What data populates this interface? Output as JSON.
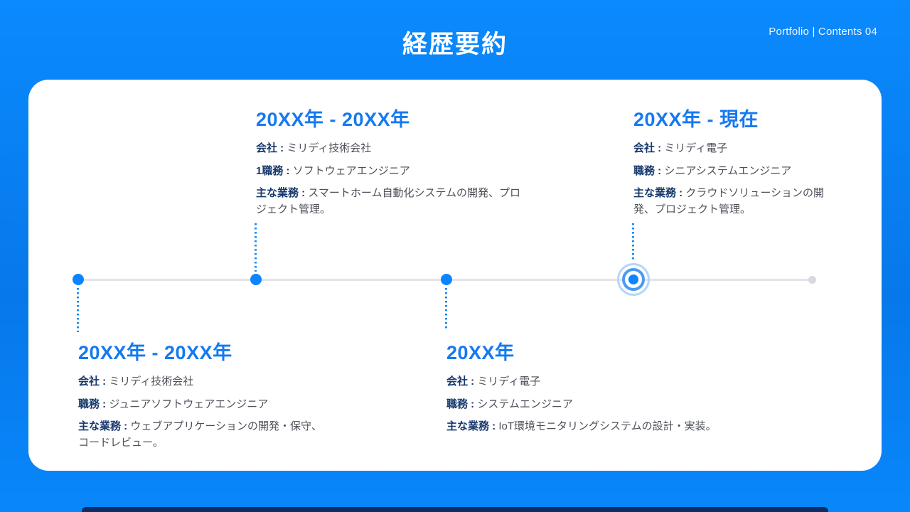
{
  "header": {
    "title": "経歴要約",
    "page_label": "Portfolio | Contents 04"
  },
  "timeline": {
    "entries": [
      {
        "period": "20XX年 - 20XX年",
        "rows": [
          {
            "label": "会社 :",
            "value": "ミリディ技術会社"
          },
          {
            "label": "職務 :",
            "value": "ジュニアソフトウェアエンジニア"
          },
          {
            "label": "主な業務 :",
            "value": "ウェブアプリケーションの開発・保守、コードレビュー。"
          }
        ]
      },
      {
        "period": "20XX年 - 20XX年",
        "rows": [
          {
            "label": "会社 :",
            "value": "ミリディ技術会社"
          },
          {
            "label": "1職務 :",
            "value": "ソフトウェアエンジニア"
          },
          {
            "label": "主な業務 :",
            "value": "スマートホーム自動化システムの開発、プロジェクト管理。"
          }
        ]
      },
      {
        "period": "20XX年",
        "rows": [
          {
            "label": "会社 :",
            "value": "ミリディ電子"
          },
          {
            "label": "職務 :",
            "value": "システムエンジニア"
          },
          {
            "label": "主な業務 :",
            "value": "IoT環境モニタリングシステムの設計・実装。"
          }
        ]
      },
      {
        "period": "20XX年 - 現在",
        "rows": [
          {
            "label": "会社 :",
            "value": "ミリディ電子"
          },
          {
            "label": "職務 :",
            "value": "シニアシステムエンジニア"
          },
          {
            "label": "主な業務 :",
            "value": "クラウドソリューションの開発、プロジェクト管理。"
          }
        ]
      }
    ]
  },
  "colors": {
    "background_blue": "#0883f5",
    "accent_blue": "#0b84fd",
    "period_blue": "#1579f1",
    "label_navy": "#17386c",
    "value_gray": "#4d5059",
    "timeline_gray": "#e4e4e9",
    "bottom_bar_navy": "#0d2e63"
  }
}
